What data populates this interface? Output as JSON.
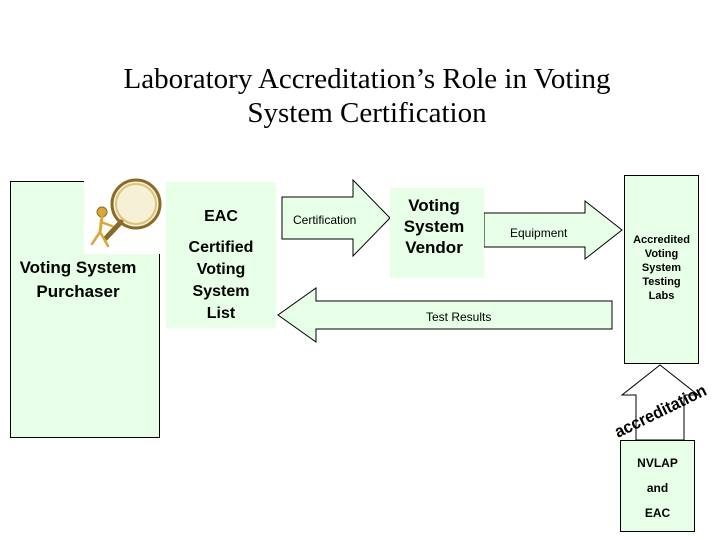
{
  "title_line1": "Laboratory Accreditation’s Role in Voting",
  "title_line2": "System Certification",
  "purchaser": {
    "line1": "Voting System",
    "line2": "Purchaser"
  },
  "eac": {
    "label": "EAC",
    "list": [
      "Certified",
      "Voting",
      "System",
      "List"
    ]
  },
  "vendor": {
    "lines": [
      "Voting",
      "System",
      "Vendor"
    ]
  },
  "labs": {
    "lines": [
      "Accredited",
      "Voting",
      "System",
      "Testing",
      "Labs"
    ]
  },
  "nvlap": {
    "lines": [
      "NVLAP",
      "and",
      "EAC"
    ]
  },
  "arrows": {
    "certification": "Certification",
    "equipment": "Equipment",
    "test_results": "Test Results",
    "accreditation": "accreditation"
  },
  "icons": {
    "clipart": "magnifying-glass-figure-icon"
  },
  "colors": {
    "panel_fill": "#e6ffe6",
    "border": "#000000"
  }
}
